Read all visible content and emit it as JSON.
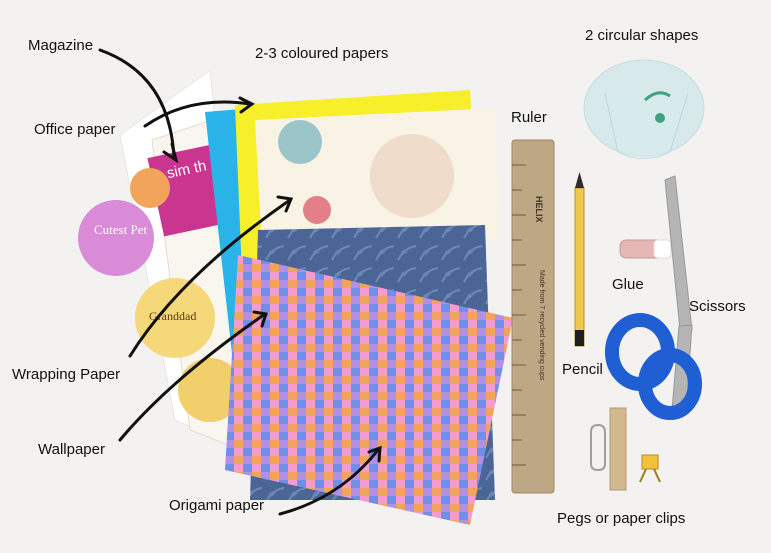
{
  "labels": {
    "magazine": "Magazine",
    "office_paper": "Office paper",
    "coloured_papers": "2-3 coloured papers",
    "circular_shapes": "2 circular shapes",
    "ruler": "Ruler",
    "glue": "Glue",
    "scissors": "Scissors",
    "pencil": "Pencil",
    "wrapping_paper": "Wrapping Paper",
    "wallpaper": "Wallpaper",
    "origami_paper": "Origami paper",
    "pegs_or_clips": "Pegs or paper clips"
  },
  "product_text": {
    "sticker_1": "Cutest Pet",
    "sticker_2": "Granddad",
    "magazine_text": "sim th",
    "ruler_brand": "HELIX",
    "ruler_text": "Made from 7 recycled vending cups"
  },
  "colors": {
    "background": "#f3f2f0",
    "yellow_paper": "#f7ef2a",
    "blue_paper": "#2ab3e8",
    "magazine_pink": "#c9358f",
    "scissor_handle": "#1f5fd3",
    "wallpaper_blue": "#4e6a98",
    "origami_pink": "#e8548f"
  }
}
